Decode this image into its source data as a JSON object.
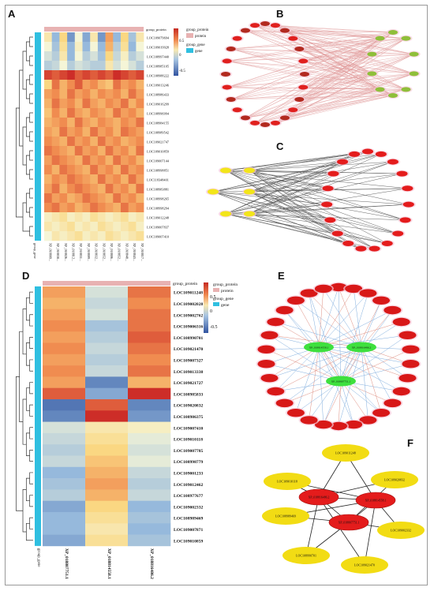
{
  "panels": {
    "A": {
      "label": "A",
      "legend": {
        "group_protein_title": "group_protein",
        "protein": "protein",
        "group_gene_title": "group_gene",
        "gene": "gene",
        "scale_max": "0.5",
        "scale_zero": "0",
        "scale_min": "-0.5"
      },
      "top_bar_label": "group_protein",
      "side_bar_label": "group_gene",
      "rows": [
        "LOC109079694",
        "LOC109019928",
        "LOC108997440",
        "LOC108985105",
        "LOC108988222",
        "LOC109013246",
        "LOC108986433",
        "LOC109016299",
        "LOC108996994",
        "LOC108984155",
        "LOC108989542",
        "LOC109021747",
        "LOC109010859",
        "LOC109007144",
        "LOC108998851",
        "LOC118348401",
        "LOC108983881",
        "LOC108998265",
        "LOC108998294",
        "LOC109012248",
        "LOC109007837",
        "LOC109007410"
      ],
      "cols": [
        "XP_018809...",
        "XP_018838...",
        "XP_018826...",
        "XP_018812...",
        "XP_018831...",
        "XP_018809...",
        "XP_018832...",
        "XP_018852...",
        "XP_018806...",
        "XP_018852...",
        "XP_018848...",
        "XP_018843...",
        "XP_018817..."
      ],
      "values": [
        [
          0.1,
          -0.3,
          0.2,
          -0.4,
          0.0,
          -0.35,
          0.1,
          -0.4,
          0.35,
          -0.3,
          0.2,
          -0.25,
          0.1
        ],
        [
          0.0,
          -0.25,
          0.15,
          -0.3,
          0.05,
          -0.3,
          0.0,
          -0.3,
          0.3,
          -0.2,
          0.15,
          -0.3,
          0.0
        ],
        [
          -0.1,
          -0.2,
          0.1,
          -0.3,
          0.0,
          -0.2,
          -0.1,
          -0.25,
          0.2,
          -0.15,
          0.05,
          -0.2,
          -0.1
        ],
        [
          -0.2,
          -0.15,
          0.0,
          -0.2,
          -0.1,
          -0.15,
          -0.2,
          -0.2,
          0.1,
          -0.1,
          0.0,
          -0.1,
          -0.2
        ],
        [
          0.55,
          0.5,
          0.55,
          0.6,
          0.5,
          0.55,
          0.5,
          0.55,
          0.5,
          0.6,
          0.55,
          0.5,
          0.55
        ],
        [
          0.2,
          0.45,
          0.3,
          0.4,
          0.5,
          0.35,
          0.4,
          0.3,
          0.25,
          0.45,
          0.35,
          0.4,
          0.3
        ],
        [
          0.35,
          0.4,
          0.3,
          0.45,
          0.35,
          0.4,
          0.3,
          0.4,
          0.35,
          0.4,
          0.3,
          0.45,
          0.35
        ],
        [
          0.3,
          0.45,
          0.35,
          0.4,
          0.3,
          0.45,
          0.35,
          0.3,
          0.4,
          0.35,
          0.45,
          0.3,
          0.4
        ],
        [
          0.25,
          0.4,
          0.3,
          0.45,
          0.35,
          0.3,
          0.4,
          0.35,
          0.3,
          0.45,
          0.35,
          0.4,
          0.3
        ],
        [
          0.3,
          0.35,
          0.4,
          0.3,
          0.45,
          0.35,
          0.3,
          0.4,
          0.35,
          0.3,
          0.4,
          0.35,
          0.45
        ],
        [
          0.35,
          0.3,
          0.45,
          0.35,
          0.4,
          0.3,
          0.45,
          0.35,
          0.4,
          0.3,
          0.45,
          0.4,
          0.35
        ],
        [
          0.4,
          0.35,
          0.3,
          0.45,
          0.35,
          0.4,
          0.3,
          0.45,
          0.35,
          0.4,
          0.3,
          0.35,
          0.4
        ],
        [
          0.45,
          0.4,
          0.35,
          0.3,
          0.45,
          0.35,
          0.4,
          0.3,
          0.45,
          0.35,
          0.4,
          0.3,
          0.45
        ],
        [
          0.35,
          0.45,
          0.4,
          0.35,
          0.3,
          0.45,
          0.35,
          0.4,
          0.3,
          0.45,
          0.35,
          0.4,
          0.3
        ],
        [
          0.4,
          0.3,
          0.45,
          0.4,
          0.35,
          0.3,
          0.45,
          0.35,
          0.4,
          0.3,
          0.45,
          0.35,
          0.4
        ],
        [
          0.3,
          0.4,
          0.35,
          0.45,
          0.4,
          0.35,
          0.3,
          0.45,
          0.35,
          0.4,
          0.3,
          0.45,
          0.35
        ],
        [
          0.35,
          0.45,
          0.3,
          0.4,
          0.45,
          0.4,
          0.35,
          0.3,
          0.45,
          0.35,
          0.4,
          0.3,
          0.45
        ],
        [
          0.45,
          0.35,
          0.4,
          0.3,
          0.35,
          0.45,
          0.4,
          0.35,
          0.3,
          0.45,
          0.35,
          0.4,
          0.3
        ],
        [
          0.4,
          0.45,
          0.35,
          0.4,
          0.3,
          0.35,
          0.45,
          0.4,
          0.35,
          0.3,
          0.45,
          0.35,
          0.4
        ],
        [
          0.05,
          0.1,
          0.15,
          0.05,
          0.1,
          0.05,
          0.15,
          0.1,
          0.05,
          0.1,
          0.15,
          0.05,
          0.1
        ],
        [
          0.1,
          0.05,
          0.1,
          0.15,
          0.05,
          0.1,
          0.05,
          0.15,
          0.1,
          0.05,
          0.1,
          0.15,
          0.05
        ],
        [
          0.0,
          0.1,
          0.05,
          0.1,
          0.15,
          0.05,
          0.1,
          0.05,
          0.15,
          0.1,
          0.05,
          0.1,
          0.15
        ]
      ]
    },
    "B": {
      "label": "B",
      "left_count": 24,
      "right_count": 10,
      "left_colors": [
        "#b22a1f",
        "#e0201e"
      ],
      "right_color": "#8fbf3a",
      "edge_color": "#d98080"
    },
    "C": {
      "label": "C",
      "left_count": 6,
      "right_count": 19,
      "left_color": "#f2e51a",
      "right_color": "#e41c1c",
      "edge_color": "#333333"
    },
    "D": {
      "label": "D",
      "legend": {
        "group_protein_title": "group_protein",
        "protein": "protein",
        "group_gene_title": "group_gene",
        "gene": "gene",
        "scale_max": "0.5",
        "scale_zero": "0",
        "scale_min": "-0.5"
      },
      "top_bar_label": "group_protein",
      "side_bar_label": "group_gene",
      "rows": [
        "LOC109011248",
        "LOC109002028",
        "LOC109002762",
        "LOC109006316",
        "LOC108990701",
        "LOC109021470",
        "LOC109007327",
        "LOC109013338",
        "LOC109021727",
        "LOC108985833",
        "LOC109020832",
        "LOC108986375",
        "LOC109007410",
        "LOC109010118",
        "LOC109007785",
        "LOC108998779",
        "LOC109001233",
        "LOC109012462",
        "LOC108977677",
        "LOC109002332",
        "LOC108989469",
        "LOC109007871",
        "LOC109010859"
      ],
      "cols": [
        "XP_018807751.1",
        "XP_018814558.1",
        "XP_018816486.2"
      ],
      "values": [
        [
          0.35,
          -0.1,
          0.45
        ],
        [
          0.3,
          -0.15,
          0.4
        ],
        [
          0.35,
          -0.1,
          0.45
        ],
        [
          0.4,
          -0.25,
          0.45
        ],
        [
          0.35,
          -0.2,
          0.5
        ],
        [
          0.4,
          -0.15,
          0.45
        ],
        [
          0.35,
          -0.2,
          0.4
        ],
        [
          0.4,
          -0.15,
          0.45
        ],
        [
          0.35,
          -0.45,
          0.3
        ],
        [
          0.5,
          -0.35,
          0.6
        ],
        [
          -0.5,
          0.5,
          -0.45
        ],
        [
          -0.45,
          0.6,
          -0.4
        ],
        [
          -0.1,
          0.1,
          0.05
        ],
        [
          -0.15,
          0.15,
          -0.05
        ],
        [
          -0.2,
          0.2,
          -0.1
        ],
        [
          -0.15,
          0.25,
          -0.05
        ],
        [
          -0.3,
          0.3,
          -0.15
        ],
        [
          -0.25,
          0.35,
          -0.2
        ],
        [
          -0.2,
          0.3,
          -0.15
        ],
        [
          -0.35,
          0.2,
          -0.3
        ],
        [
          -0.3,
          0.15,
          -0.25
        ],
        [
          -0.3,
          0.1,
          -0.3
        ],
        [
          -0.35,
          0.15,
          -0.25
        ]
      ]
    },
    "E": {
      "label": "E",
      "center_labels": [
        "XP_018814558.1",
        "XP_018816486.2",
        "XP_018807751.1"
      ],
      "outer_count": 30,
      "outer_color": "#d81818",
      "center_color": "#3ee03e",
      "edge_colors": [
        "#6a9fd8",
        "#d87a6a"
      ]
    },
    "F": {
      "label": "F",
      "center_labels": [
        "XP_018816486.2",
        "XP_018814558.1",
        "XP_018807751.1"
      ],
      "outer_labels": [
        "LOC109011248",
        "LOC109020832",
        "LOC109002332",
        "LOC109021470",
        "LOC108990701",
        "LOC108989469",
        "LOC109010118"
      ],
      "outer_color": "#f2dc14",
      "center_color": "#e41c1c"
    }
  }
}
